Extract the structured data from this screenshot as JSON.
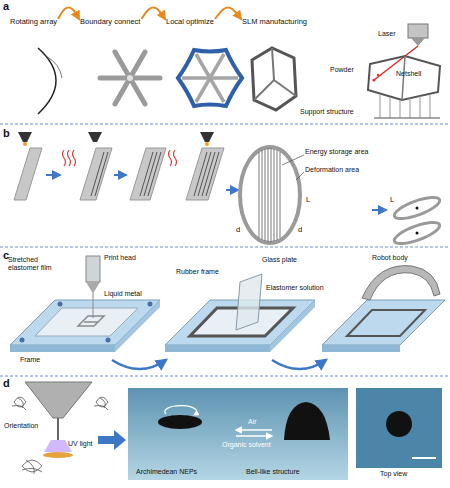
{
  "diagram": {
    "nodes": [
      {
        "text": [
          "Rotating array"
        ]
      },
      {
        "text": [
          "Boundary connect"
        ]
      },
      {
        "text": [
          "Local optimize"
        ]
      },
      {
        "text": [
          "SLM manufacturing"
        ]
      }
    ],
    "edges": [
      {
        "from": 0,
        "to": 1,
        "arrow": "to"
      },
      {
        "from": 1,
        "to": 2,
        "arrow": "to"
      },
      {
        "from": 2,
        "to": 3,
        "arrow": "to"
      }
    ],
    "labels": [
      "a",
      "Laser",
      "Powder",
      "Netshell",
      "Support structure",
      "b",
      "Energy storage area",
      "Deformation area",
      "L",
      "d",
      "d",
      "L",
      "c",
      "Stretched elastomer film",
      "Print head",
      "Liquid metal",
      "Frame",
      "Rubber frame",
      "Glass plate",
      "Elastomer solution",
      "Robot body",
      "d",
      "Orientation",
      "UV light",
      "Archimedean NEPs",
      "Bell-like structure",
      "Air",
      "Organic solvent",
      "Top view"
    ]
  }
}
